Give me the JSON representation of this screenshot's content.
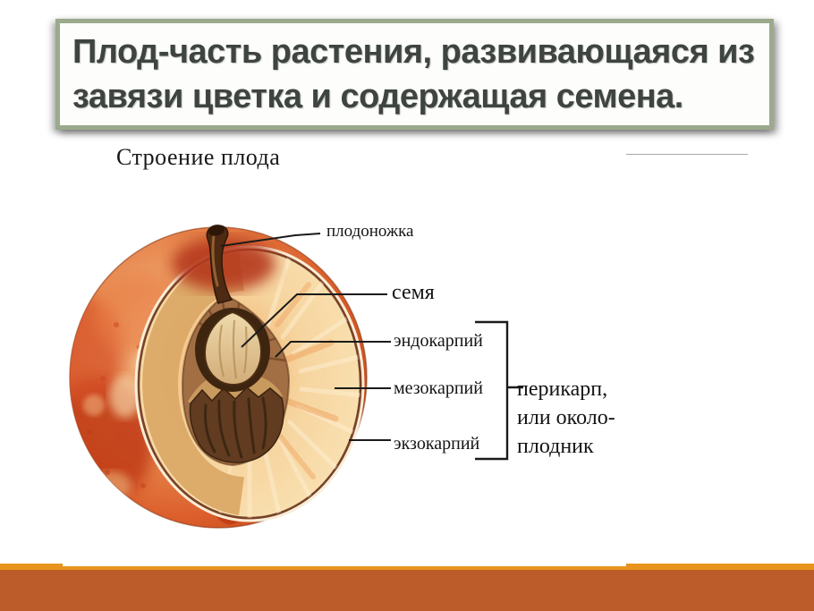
{
  "slide": {
    "title_line1": "Плод-часть растения, развивающаяся из",
    "title_line2": "завязи цветка и содержащая семена.",
    "heading": "Строение плода"
  },
  "diagram": {
    "label_stalk": "плодоножка",
    "label_seed": "семя",
    "label_endocarp": "эндокарпий",
    "label_mesocarp": "мезокарпий",
    "label_exocarp": "экзокарпий",
    "pericarp_line1": "перикарп,",
    "pericarp_line2": "или около-",
    "pericarp_line3": "плодник"
  },
  "colors": {
    "title_border": "#9BA98D",
    "title_text": "#3E4440",
    "footer_amber": "#E8931D",
    "footer_rust": "#BD5C2B",
    "peach_skin": "#DC5F2C",
    "peach_flesh": "#F6DCA8",
    "pit_stone": "#613C20",
    "seed_kernel": "#ECD6A8",
    "line_color": "#1B1B1B"
  }
}
